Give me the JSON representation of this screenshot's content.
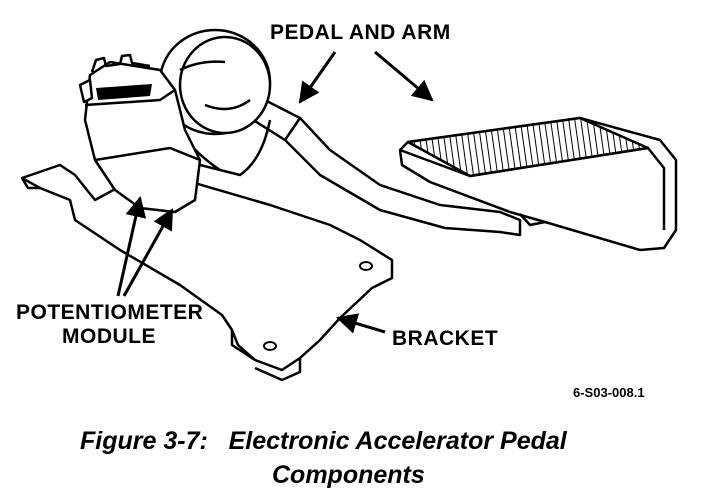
{
  "labels": {
    "pedal_and_arm": "PEDAL AND ARM",
    "potentiometer_line1": "POTENTIOMETER",
    "potentiometer_line2": "MODULE",
    "bracket": "BRACKET",
    "reference_number": "6-S03-008.1"
  },
  "caption": {
    "line1": "Figure 3-7:   Electronic Accelerator Pedal",
    "line2": "Components"
  }
}
